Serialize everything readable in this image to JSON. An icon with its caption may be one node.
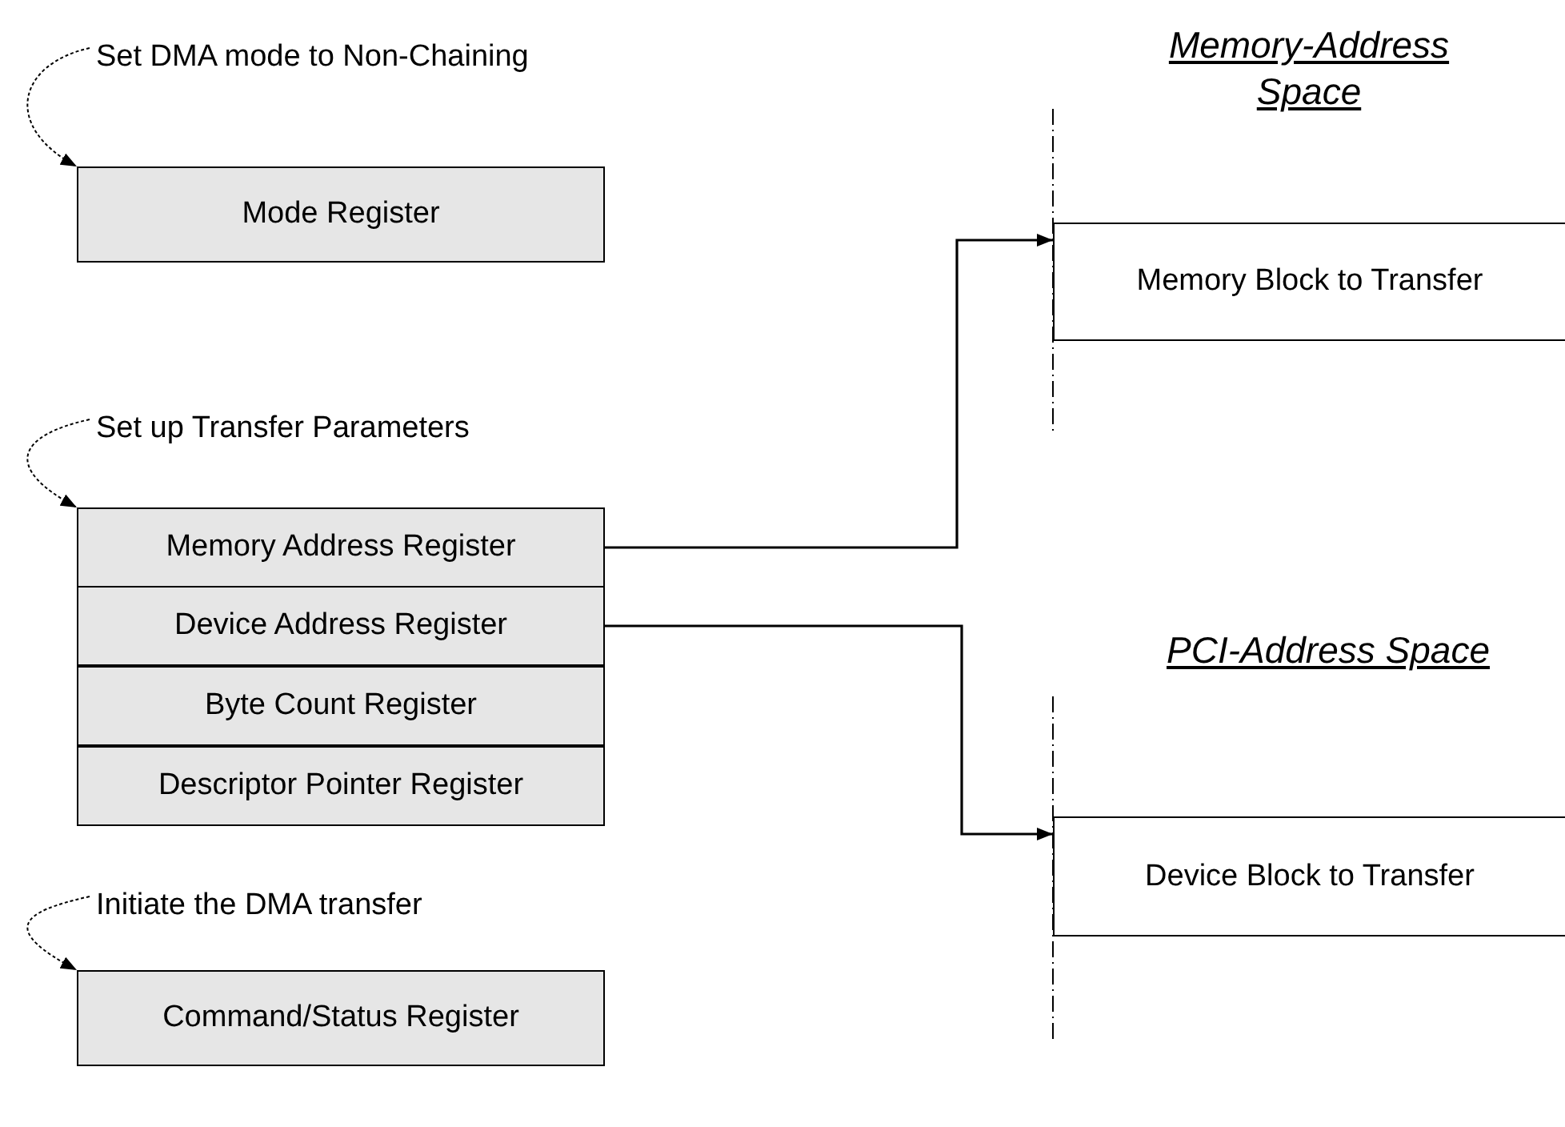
{
  "diagram": {
    "nodes": [
      {
        "text": [
          "Set DMA mode to Non-Chaining"
        ]
      },
      {
        "text": [
          "Mode Register"
        ]
      },
      {
        "text": [
          "Set up Transfer Parameters"
        ]
      },
      {
        "text": [
          "Memory Address Register"
        ]
      },
      {
        "text": [
          "Device Address Register"
        ]
      },
      {
        "text": [
          "Byte Count Register"
        ]
      },
      {
        "text": [
          "Descriptor Pointer Register"
        ]
      },
      {
        "text": [
          "Initiate the DMA transfer"
        ]
      },
      {
        "text": [
          "Command/Status Register"
        ]
      },
      {
        "text": [
          "Memory Block to Transfer"
        ]
      },
      {
        "text": [
          "Device Block to Transfer"
        ]
      }
    ],
    "edges": [
      {
        "from": 0,
        "to": 1,
        "arrow": "to",
        "style": "dashed"
      },
      {
        "from": 2,
        "to": 3,
        "arrow": "to",
        "style": "dashed"
      },
      {
        "from": 7,
        "to": 8,
        "arrow": "to",
        "style": "dashed"
      },
      {
        "from": 3,
        "to": 9,
        "arrow": "to"
      },
      {
        "from": 4,
        "to": 10,
        "arrow": "to"
      }
    ],
    "labels": [
      "Memory-Address Space",
      "PCI-Address Space"
    ]
  }
}
